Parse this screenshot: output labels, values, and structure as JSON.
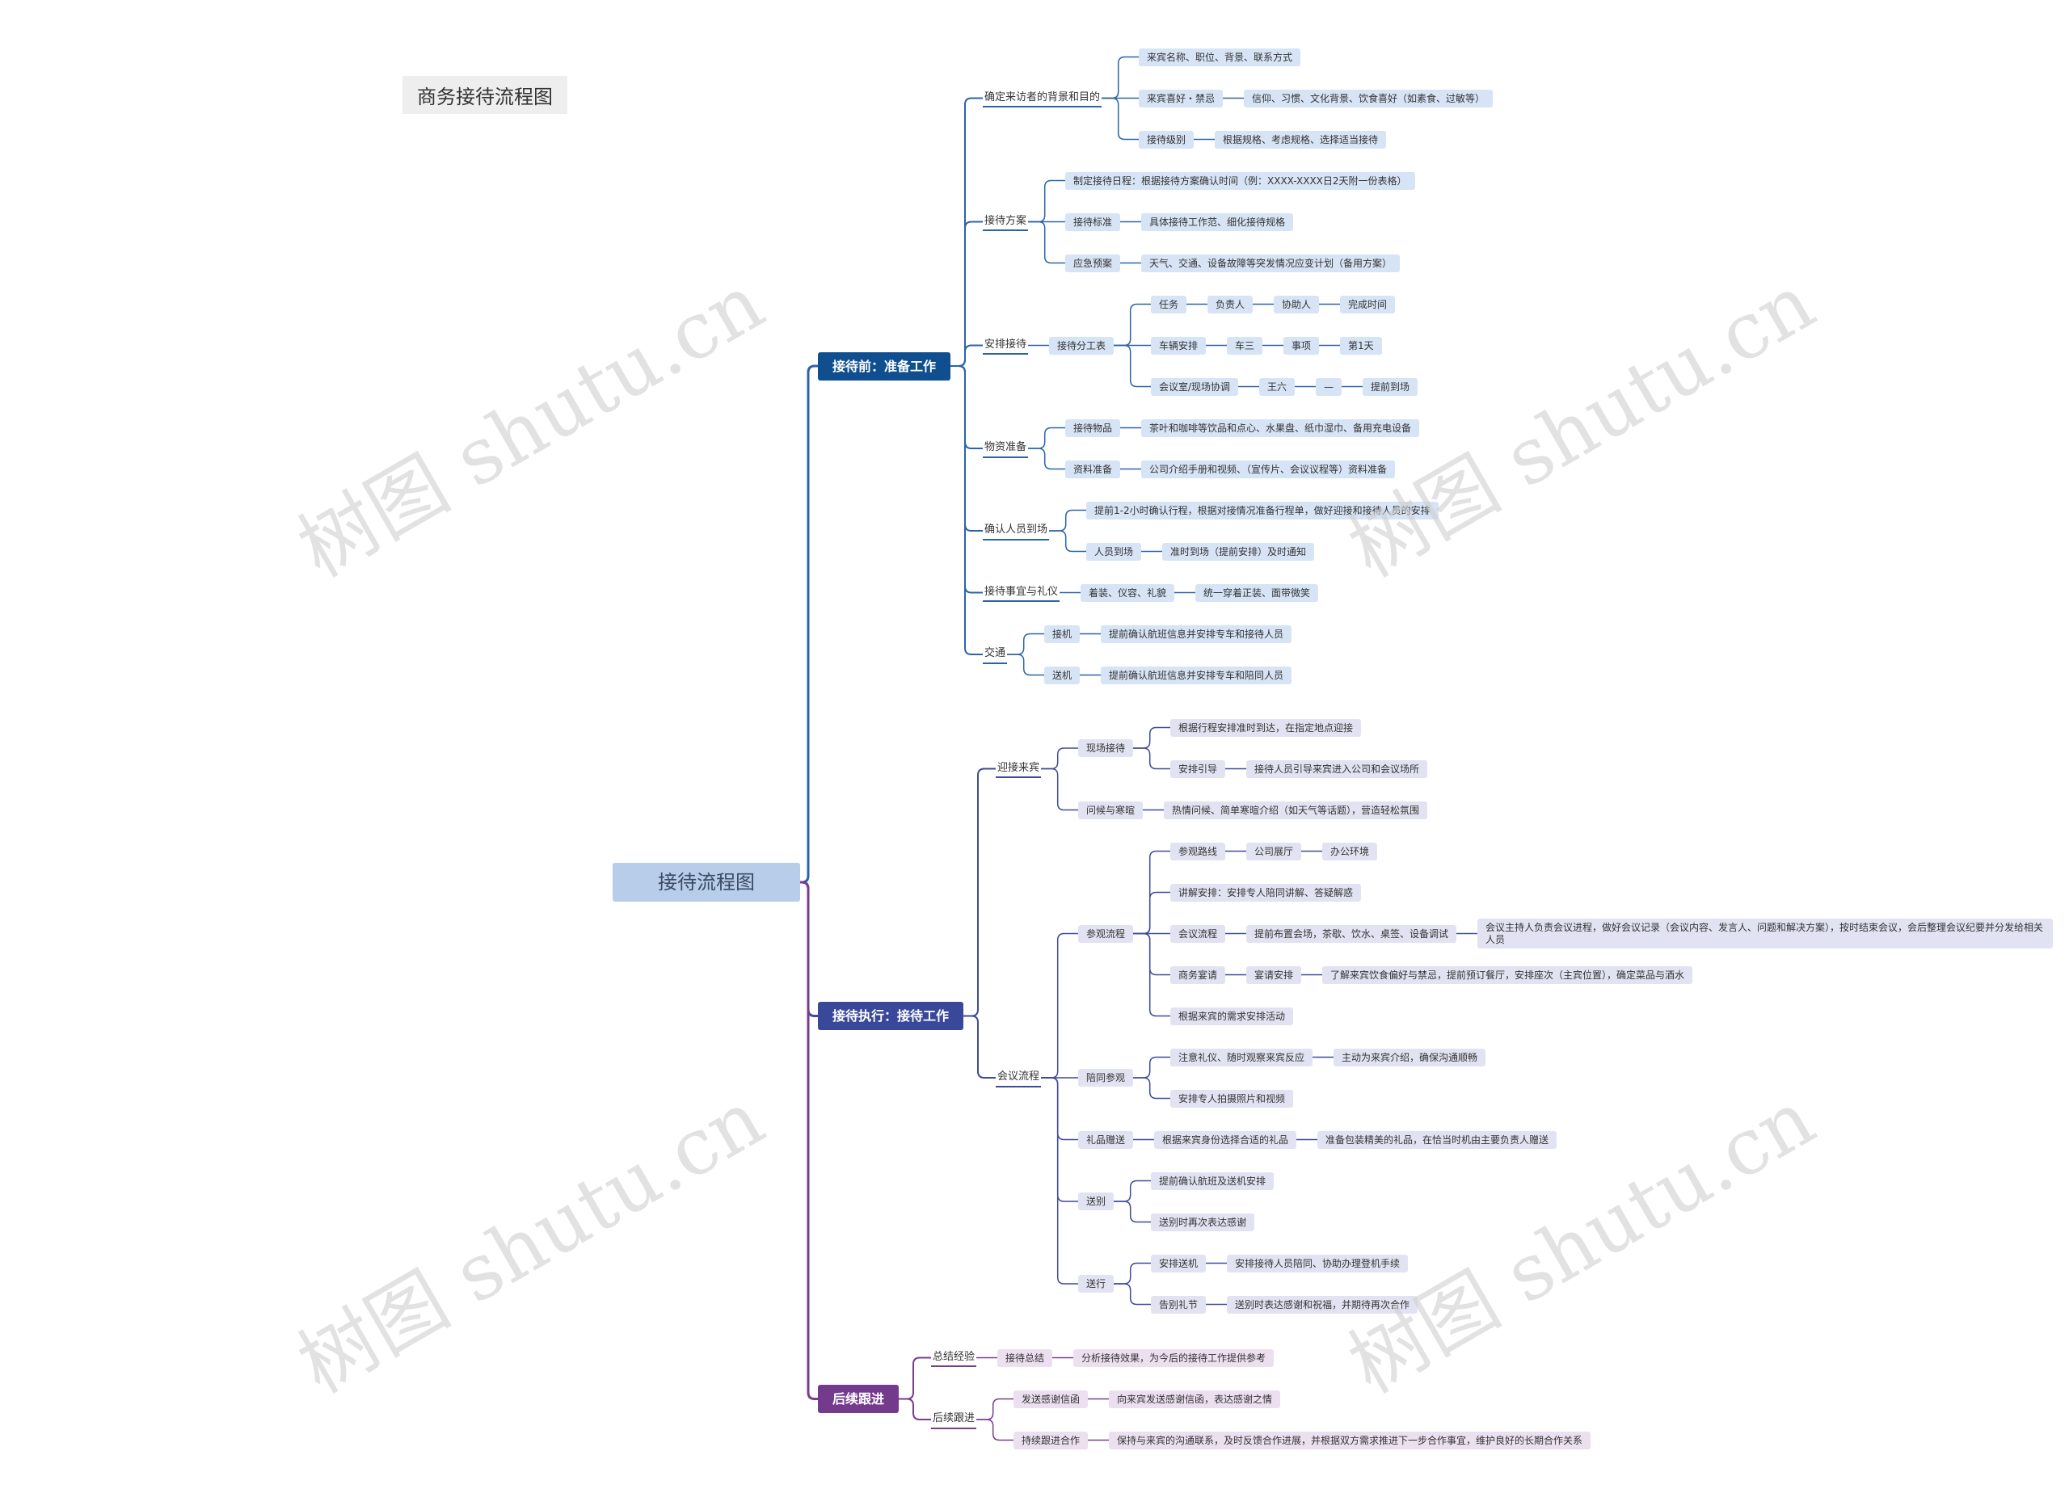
{
  "title": "商务接待流程图",
  "watermark": "树图 shutu.cn",
  "colors": {
    "line_top": "#2a64a8",
    "line_mid": "#3f4a9a",
    "line_bot": "#7a3d8c",
    "b1": "#0f4f8f",
    "b2": "#3a4899",
    "b3": "#743b8c",
    "leaf_blue": "#d6e4f5",
    "leaf_lav": "#e2e3f2",
    "leaf_pink": "#ecdff0"
  },
  "root": "接待流程图",
  "branches": [
    {
      "label": "接待前：准备工作",
      "children": [
        {
          "label": "确定来访者的背景和目的",
          "children": [
            {
              "label": "来宾名称、职位、背景、联系方式"
            },
            {
              "label": "来宾喜好・禁忌",
              "children": [
                {
                  "label": "信仰、习惯、文化背景、饮食喜好（如素食、过敏等）"
                }
              ]
            },
            {
              "label": "接待级别",
              "children": [
                {
                  "label": "根据规格、考虑规格、选择适当接待"
                }
              ]
            }
          ]
        },
        {
          "label": "接待方案",
          "children": [
            {
              "label": "制定接待日程：根据接待方案确认时间（例：XXXX-XXXX日2天附一份表格）"
            },
            {
              "label": "接待标准",
              "children": [
                {
                  "label": "具体接待工作范、细化接待规格"
                }
              ]
            },
            {
              "label": "应急预案",
              "children": [
                {
                  "label": "天气、交通、设备故障等突发情况应变计划（备用方案）"
                }
              ]
            }
          ]
        },
        {
          "label": "安排接待",
          "children": [
            {
              "label": "接待分工表",
              "children": [
                {
                  "label": "任务",
                  "children": [
                    {
                      "label": "负责人",
                      "children": [
                        {
                          "label": "协助人",
                          "children": [
                            {
                              "label": "完成时间"
                            }
                          ]
                        }
                      ]
                    }
                  ]
                },
                {
                  "label": "车辆安排",
                  "children": [
                    {
                      "label": "车三",
                      "children": [
                        {
                          "label": "事项",
                          "children": [
                            {
                              "label": "第1天"
                            }
                          ]
                        }
                      ]
                    }
                  ]
                },
                {
                  "label": "会议室/现场协调",
                  "children": [
                    {
                      "label": "王六",
                      "children": [
                        {
                          "label": "—",
                          "children": [
                            {
                              "label": "提前到场"
                            }
                          ]
                        }
                      ]
                    }
                  ]
                }
              ]
            }
          ]
        },
        {
          "label": "物资准备",
          "children": [
            {
              "label": "接待物品",
              "children": [
                {
                  "label": "茶叶和咖啡等饮品和点心、水果盘、纸巾湿巾、备用充电设备"
                }
              ]
            },
            {
              "label": "资料准备",
              "children": [
                {
                  "label": "公司介绍手册和视频、（宣传片、会议议程等）资料准备"
                }
              ]
            }
          ]
        },
        {
          "label": "确认人员到场",
          "children": [
            {
              "label": "提前1-2小时确认行程，根据对接情况准备行程单，做好迎接和接待人员的安排"
            },
            {
              "label": "人员到场",
              "children": [
                {
                  "label": "准时到场（提前安排）及时通知"
                }
              ]
            }
          ]
        },
        {
          "label": "接待事宜与礼仪",
          "children": [
            {
              "label": "着装、仪容、礼貌",
              "children": [
                {
                  "label": "统一穿着正装、面带微笑"
                }
              ]
            }
          ]
        },
        {
          "label": "交通",
          "children": [
            {
              "label": "接机",
              "children": [
                {
                  "label": "提前确认航班信息并安排专车和接待人员"
                }
              ]
            },
            {
              "label": "送机",
              "children": [
                {
                  "label": "提前确认航班信息并安排专车和陪同人员"
                }
              ]
            }
          ]
        }
      ]
    },
    {
      "label": "接待执行：接待工作",
      "children": [
        {
          "label": "迎接来宾",
          "children": [
            {
              "label": "现场接待",
              "children": [
                {
                  "label": "根据行程安排准时到达，在指定地点迎接"
                },
                {
                  "label": "安排引导",
                  "children": [
                    {
                      "label": "接待人员引导来宾进入公司和会议场所"
                    }
                  ]
                }
              ]
            },
            {
              "label": "问候与寒暄",
              "children": [
                {
                  "label": "热情问候、简单寒暄介绍（如天气等话题），营造轻松氛围"
                }
              ]
            }
          ]
        },
        {
          "label": "会议流程",
          "children": [
            {
              "label": "参观流程",
              "children": [
                {
                  "label": "参观路线",
                  "children": [
                    {
                      "label": "公司展厅",
                      "children": [
                        {
                          "label": "办公环境"
                        }
                      ]
                    }
                  ]
                },
                {
                  "label": "讲解安排：安排专人陪同讲解、答疑解惑"
                },
                {
                  "label": "会议流程",
                  "children": [
                    {
                      "label": "提前布置会场，茶歇、饮水、桌签、设备调试",
                      "children": [
                        {
                          "label": "会议主持人负责会议进程，做好会议记录（会议内容、发言人、问题和解决方案），按时结束会议，会后整理会议纪要并分发给相关人员"
                        }
                      ]
                    }
                  ]
                },
                {
                  "label": "商务宴请",
                  "children": [
                    {
                      "label": "宴请安排",
                      "children": [
                        {
                          "label": "了解来宾饮食偏好与禁忌，提前预订餐厅，安排座次（主宾位置），确定菜品与酒水"
                        }
                      ]
                    }
                  ]
                },
                {
                  "label": "根据来宾的需求安排活动"
                }
              ]
            },
            {
              "label": "陪同参观",
              "children": [
                {
                  "label": "注意礼仪、随时观察来宾反应",
                  "children": [
                    {
                      "label": "主动为来宾介绍，确保沟通顺畅"
                    }
                  ]
                },
                {
                  "label": "安排专人拍摄照片和视频"
                }
              ]
            },
            {
              "label": "礼品赠送",
              "children": [
                {
                  "label": "根据来宾身份选择合适的礼品",
                  "children": [
                    {
                      "label": "准备包装精美的礼品，在恰当时机由主要负责人赠送"
                    }
                  ]
                }
              ]
            },
            {
              "label": "送别",
              "children": [
                {
                  "label": "提前确认航班及送机安排"
                },
                {
                  "label": "送别时再次表达感谢"
                }
              ]
            },
            {
              "label": "送行",
              "children": [
                {
                  "label": "安排送机",
                  "children": [
                    {
                      "label": "安排接待人员陪同、协助办理登机手续"
                    }
                  ]
                },
                {
                  "label": "告别礼节",
                  "children": [
                    {
                      "label": "送别时表达感谢和祝福，并期待再次合作"
                    }
                  ]
                }
              ]
            }
          ]
        }
      ]
    },
    {
      "label": "后续跟进",
      "children": [
        {
          "label": "总结经验",
          "children": [
            {
              "label": "接待总结",
              "children": [
                {
                  "label": "分析接待效果，为今后的接待工作提供参考"
                }
              ]
            }
          ]
        },
        {
          "label": "后续跟进",
          "children": [
            {
              "label": "发送感谢信函",
              "children": [
                {
                  "label": "向来宾发送感谢信函，表达感谢之情"
                }
              ]
            },
            {
              "label": "持续跟进合作",
              "children": [
                {
                  "label": "保持与来宾的沟通联系，及时反馈合作进展，并根据双方需求推进下一步合作事宜，维护良好的长期合作关系"
                }
              ]
            }
          ]
        }
      ]
    }
  ]
}
